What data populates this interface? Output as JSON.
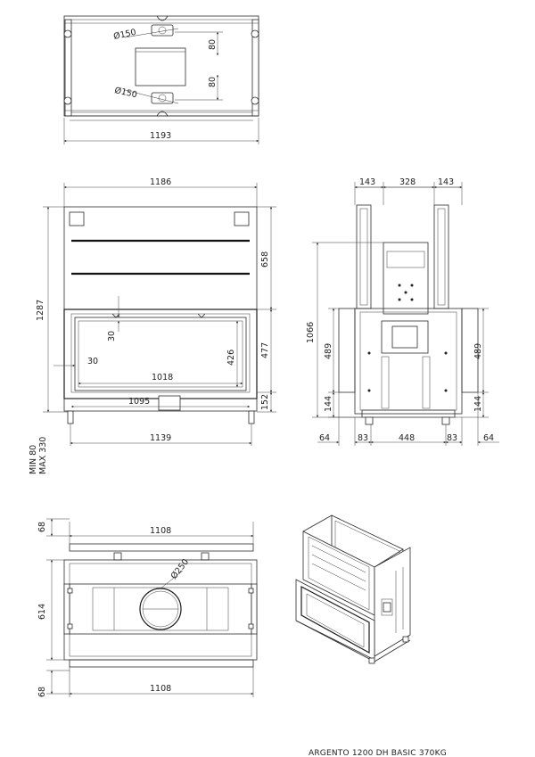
{
  "title": "ARGENTO 1200 DH BASIC 370KG",
  "top_view": {
    "flue_dia_1": "Ø150",
    "flue_dia_2": "Ø150",
    "offset_1": "80",
    "offset_2": "80",
    "width": "1193"
  },
  "front_view": {
    "overall_width": "1186",
    "overall_height": "1287",
    "upper_height": "658",
    "glass_height": "477",
    "foot_height": "152",
    "opening_height": "426",
    "frame_top": "30",
    "frame_side": "30",
    "opening_width": "1018",
    "glass_width": "1095",
    "base_width": "1139",
    "legs_min": "MIN 80",
    "legs_max": "MAX 330"
  },
  "side_view": {
    "top_left": "143",
    "top_mid": "328",
    "top_right": "143",
    "height": "1066",
    "left_489": "489",
    "right_489": "489",
    "left_144": "144",
    "right_144": "144",
    "bot_64_l": "64",
    "bot_83_l": "83",
    "bot_448": "448",
    "bot_83_r": "83",
    "bot_64_r": "64"
  },
  "plan_view": {
    "top_width": "1108",
    "bottom_width": "1108",
    "depth": "614",
    "top_offset": "68",
    "bottom_offset": "68",
    "duct_dia": "Ø250"
  }
}
